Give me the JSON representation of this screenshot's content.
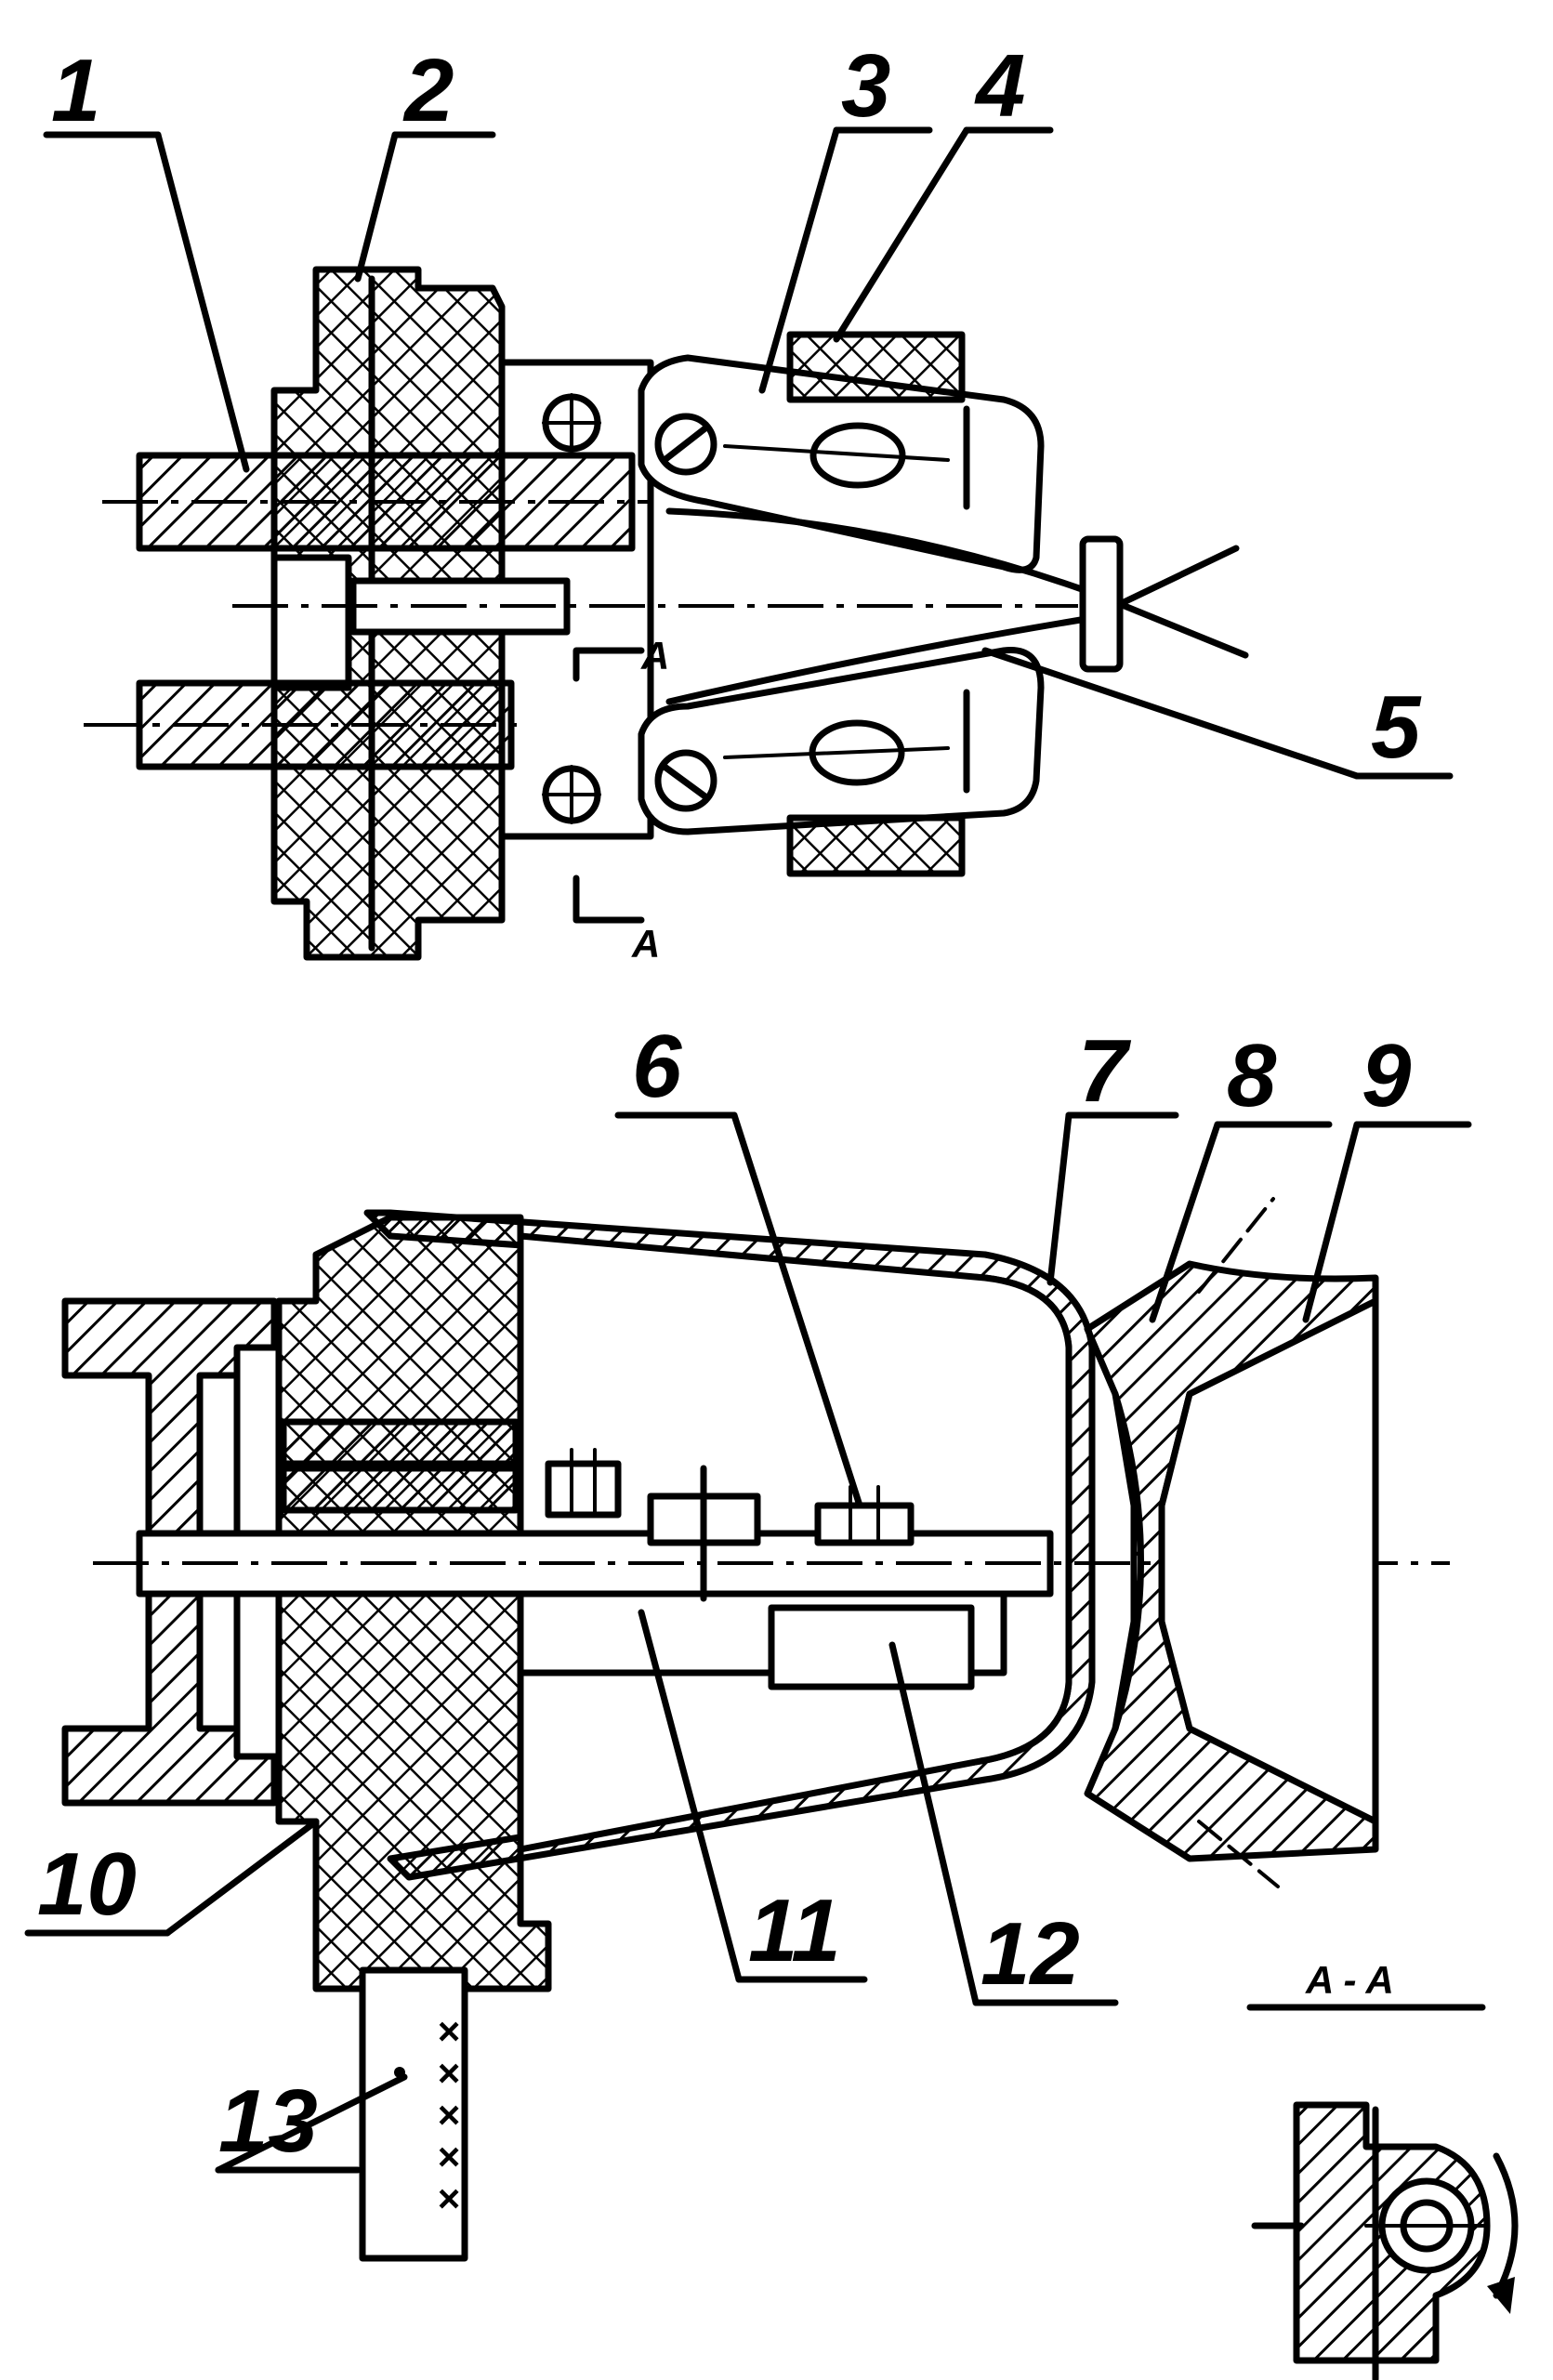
{
  "labels": {
    "l1": "1",
    "l2": "2",
    "l3": "3",
    "l4": "4",
    "l5": "5",
    "l6": "6",
    "l7": "7",
    "l8": "8",
    "l9": "9",
    "l10": "10",
    "l11": "11",
    "l12": "12",
    "l13": "13"
  },
  "section": {
    "marker": "A",
    "title": "A - A"
  }
}
